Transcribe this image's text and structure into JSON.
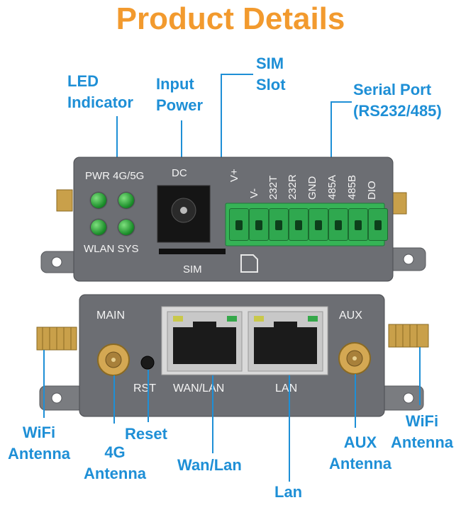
{
  "title": "Product Details",
  "callouts": {
    "led_indicator_line1": "LED",
    "led_indicator_line2": "Indicator",
    "input_power_line1": "Input",
    "input_power_line2": "Power",
    "sim_slot_line1": "SIM",
    "sim_slot_line2": "Slot",
    "serial_port_line1": "Serial Port",
    "serial_port_line2": "(RS232/485)",
    "wifi_antenna_left_line1": "WiFi",
    "wifi_antenna_left_line2": "Antenna",
    "g4_antenna_line1": "4G",
    "g4_antenna_line2": "Antenna",
    "reset": "Reset",
    "wan_lan": "Wan/Lan",
    "lan": "Lan",
    "aux_antenna_line1": "AUX",
    "aux_antenna_line2": "Antenna",
    "wifi_antenna_right_line1": "WiFi",
    "wifi_antenna_right_line2": "Antenna"
  },
  "front_panel": {
    "led_top_labels": "PWR 4G/5G",
    "led_bottom_labels": "WLAN SYS",
    "dc_label": "DC",
    "sim_label": "SIM",
    "terminal_labels": [
      "V+",
      "V-",
      "232T",
      "232R",
      "GND",
      "485A",
      "485B",
      "DIO"
    ]
  },
  "back_panel": {
    "main_label": "MAIN",
    "aux_label": "AUX",
    "rst_label": "RST",
    "wan_lan_label": "WAN/LAN",
    "lan_label": "LAN"
  },
  "colors": {
    "title_orange": "#F29A2E",
    "callout_blue": "#1E8FD6",
    "chassis_gray": "#6c6e73",
    "led_green": "#2fa84f"
  }
}
